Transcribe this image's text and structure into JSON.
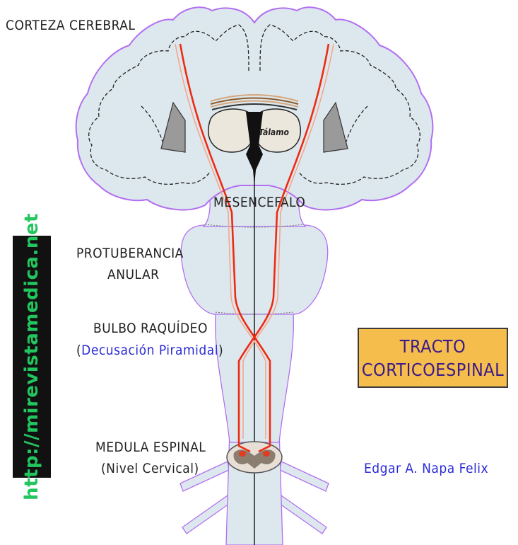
{
  "labels": {
    "corteza": "CORTEZA CEREBRAL",
    "talamo": "Tálamo",
    "mesencefalo": "MESENCEFALO",
    "protuberancia_1": "PROTUBERANCIA",
    "protuberancia_2": "ANULAR",
    "bulbo": "BULBO  RAQUÍDEO",
    "decusacion_open": "(",
    "decusacion": "Decusación Piramidal",
    "decusacion_close": ")",
    "medula_1": "MEDULA ESPINAL",
    "medula_2": "(Nivel Cervical)",
    "author": "Edgar A. Napa Felix"
  },
  "title": {
    "line1": "TRACTO",
    "line2": "CORTICOESPINAL"
  },
  "watermark": "http://mirevistamedica.net",
  "colors": {
    "brain_fill": "#dde8ee",
    "brain_outline": "#b26ff0",
    "tract": "#ee2b12",
    "tract_light": "#f3a78d",
    "title_bg": "#f5bd4c",
    "title_text": "#3a1a8a",
    "watermark_bg": "#111111",
    "watermark_text": "#22c55e"
  }
}
